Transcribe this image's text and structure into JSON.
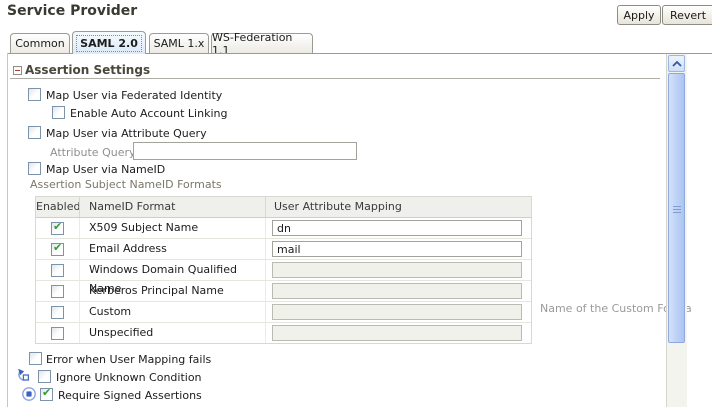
{
  "header": {
    "title": "Service Provider",
    "apply_label": "Apply",
    "revert_label": "Revert"
  },
  "tabs": [
    {
      "label": "Common",
      "active": false
    },
    {
      "label": "SAML 2.0",
      "active": true
    },
    {
      "label": "SAML 1.x",
      "active": false
    },
    {
      "label": "WS-Federation 1.1",
      "active": false
    }
  ],
  "section": {
    "title": "Assertion Settings",
    "collapse_icon": "minus-box-icon",
    "collapsed": false
  },
  "options": {
    "map_federated": {
      "label": "Map User via Federated Identity",
      "checked": false
    },
    "auto_account_linking": {
      "label": "Enable Auto Account Linking",
      "checked": false
    },
    "map_attribute_query": {
      "label": "Map User via Attribute Query",
      "checked": false
    },
    "attribute_query": {
      "label": "Attribute Query",
      "value": ""
    },
    "map_nameid": {
      "label": "Map User via NameID",
      "checked": false
    }
  },
  "nameid_table": {
    "caption": "Assertion Subject NameID Formats",
    "columns": [
      "Enabled",
      "NameID Format",
      "User Attribute Mapping"
    ],
    "rows": [
      {
        "enabled": true,
        "format": "X509 Subject Name",
        "mapping": "dn",
        "disabled": false
      },
      {
        "enabled": true,
        "format": "Email Address",
        "mapping": "mail",
        "disabled": false
      },
      {
        "enabled": false,
        "format": "Windows Domain Qualified Name",
        "mapping": "",
        "disabled": true
      },
      {
        "enabled": false,
        "format": "Kerberos Principal Name",
        "mapping": "",
        "disabled": true
      },
      {
        "enabled": false,
        "format": "Custom",
        "mapping": "",
        "disabled": true
      },
      {
        "enabled": false,
        "format": "Unspecified",
        "mapping": "",
        "disabled": true
      }
    ]
  },
  "footer_options": [
    {
      "label": "Error when User Mapping fails",
      "checked": false,
      "icon": null
    },
    {
      "label": "Ignore Unknown Condition",
      "checked": false,
      "icon": "refresh-required-icon"
    },
    {
      "label": "Require Signed Assertions",
      "checked": true,
      "icon": "changed-indicator-icon"
    }
  ],
  "hint": {
    "text": "Name of the Custom Forma"
  },
  "scrollbar": {
    "up_icon": "chevron-up-icon"
  },
  "colors": {
    "tab_active_bg": "#ddeaf8",
    "check_green": "#2f9e2f",
    "icon_blue": "#3b63c4",
    "collapse_minus_red": "#a23f2f",
    "disabled_field_bg": "#f1f1ec",
    "scrollbar_thumb": "#aac4f2",
    "hint_gray": "#9b9b9b"
  }
}
